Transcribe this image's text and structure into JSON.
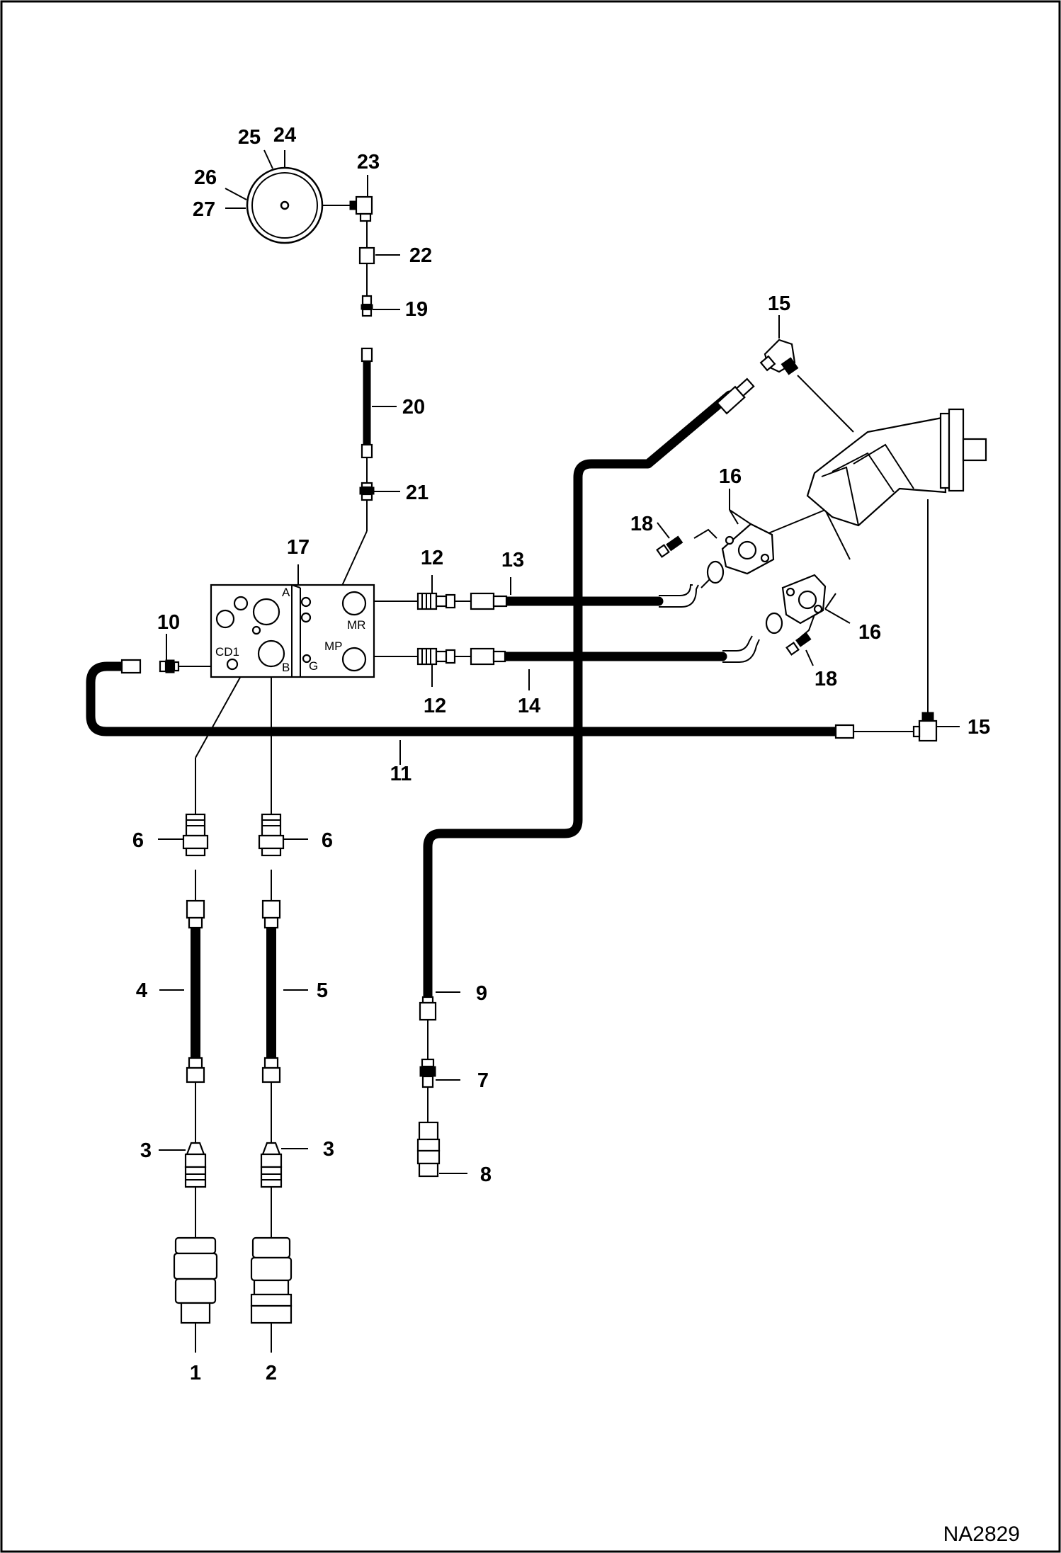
{
  "drawing_code": "NA2829",
  "ports": [
    "A",
    "B",
    "MR",
    "MP",
    "G",
    "CD1"
  ],
  "callouts": [
    {
      "id": "1",
      "text": "1"
    },
    {
      "id": "2",
      "text": "2"
    },
    {
      "id": "3a",
      "text": "3"
    },
    {
      "id": "3b",
      "text": "3"
    },
    {
      "id": "4",
      "text": "4"
    },
    {
      "id": "5",
      "text": "5"
    },
    {
      "id": "6a",
      "text": "6"
    },
    {
      "id": "6b",
      "text": "6"
    },
    {
      "id": "7",
      "text": "7"
    },
    {
      "id": "8",
      "text": "8"
    },
    {
      "id": "9",
      "text": "9"
    },
    {
      "id": "10",
      "text": "10"
    },
    {
      "id": "11",
      "text": "11"
    },
    {
      "id": "12a",
      "text": "12"
    },
    {
      "id": "12b",
      "text": "12"
    },
    {
      "id": "13",
      "text": "13"
    },
    {
      "id": "14",
      "text": "14"
    },
    {
      "id": "15a",
      "text": "15"
    },
    {
      "id": "15b",
      "text": "15"
    },
    {
      "id": "16a",
      "text": "16"
    },
    {
      "id": "16b",
      "text": "16"
    },
    {
      "id": "17",
      "text": "17"
    },
    {
      "id": "18a",
      "text": "18"
    },
    {
      "id": "18b",
      "text": "18"
    },
    {
      "id": "19",
      "text": "19"
    },
    {
      "id": "20",
      "text": "20"
    },
    {
      "id": "21",
      "text": "21"
    },
    {
      "id": "22",
      "text": "22"
    },
    {
      "id": "23",
      "text": "23"
    },
    {
      "id": "24",
      "text": "24"
    },
    {
      "id": "25",
      "text": "25"
    },
    {
      "id": "26",
      "text": "26"
    },
    {
      "id": "27",
      "text": "27"
    }
  ]
}
